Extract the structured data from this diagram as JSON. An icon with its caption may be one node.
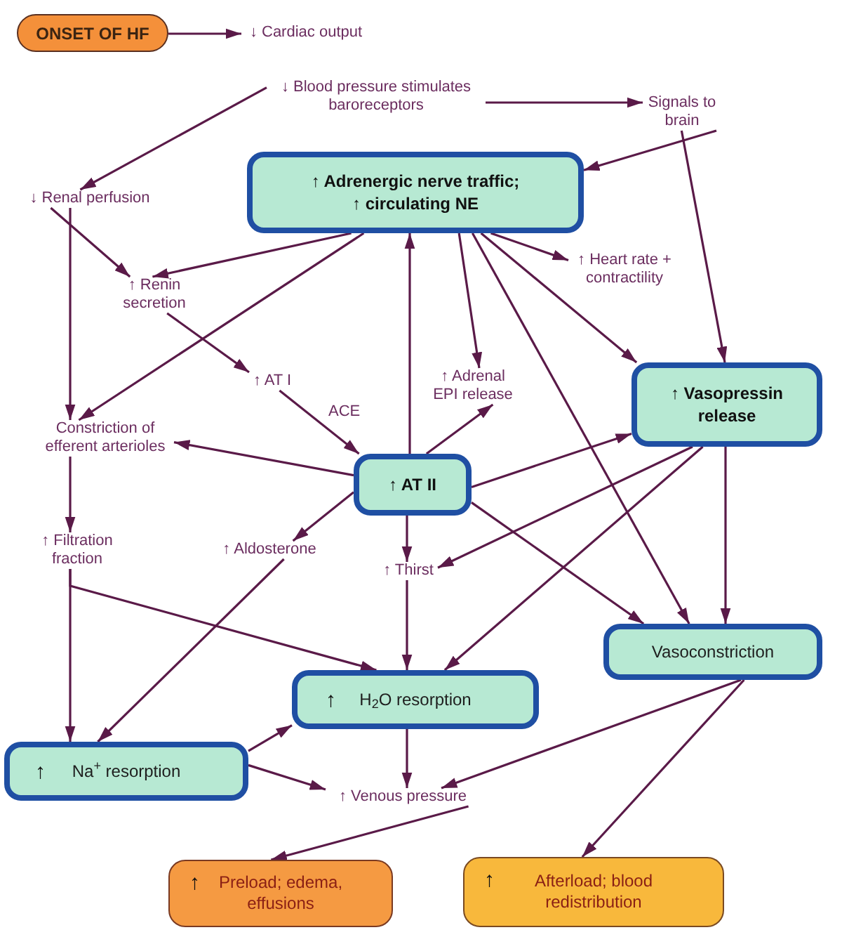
{
  "diagram": {
    "nodes": [
      {
        "text": [
          "ONSET OF HF"
        ]
      },
      {
        "text": [
          "↓ Cardiac output"
        ]
      },
      {
        "text": [
          "↓ Blood pressure stimulates baroreceptors"
        ]
      },
      {
        "text": [
          "Signals to brain"
        ]
      },
      {
        "text": [
          "↑ Adrenergic nerve traffic;",
          "↑ circulating NE"
        ]
      },
      {
        "text": [
          "↓ Renal perfusion"
        ]
      },
      {
        "text": [
          "↑ Renin secretion"
        ]
      },
      {
        "text": [
          "↑ Heart rate + contractility"
        ]
      },
      {
        "text": [
          "↑ AT I"
        ]
      },
      {
        "text": [
          "↑ Adrenal EPI release"
        ]
      },
      {
        "text": [
          "↑ Vasopressin release"
        ]
      },
      {
        "text": [
          "Constriction of efferent arterioles"
        ]
      },
      {
        "text": [
          "↑ AT II"
        ]
      },
      {
        "text": [
          "↑ Filtration fraction"
        ]
      },
      {
        "text": [
          "↑ Aldosterone"
        ]
      },
      {
        "text": [
          "↑ Thirst"
        ]
      },
      {
        "text": [
          "Vasoconstriction"
        ]
      },
      {
        "text": [
          "↑",
          "H$_{2}$O resorption"
        ]
      },
      {
        "text": [
          "↑",
          "Na$^{+}$ resorption"
        ]
      },
      {
        "text": [
          "↑ Venous pressure"
        ]
      },
      {
        "text": [
          "↑",
          "Preload; edema, effusions"
        ]
      },
      {
        "text": [
          "↑",
          "Afterload; blood redistribution"
        ]
      }
    ],
    "edges": [
      {
        "from": 0,
        "to": 1,
        "arrow": "to"
      },
      {
        "from": 2,
        "to": 5,
        "arrow": "to"
      },
      {
        "from": 2,
        "to": 3,
        "arrow": "to"
      },
      {
        "from": 3,
        "to": 4,
        "arrow": "to"
      },
      {
        "from": 3,
        "to": 10,
        "arrow": "to"
      },
      {
        "from": 4,
        "to": 6,
        "arrow": "to"
      },
      {
        "from": 4,
        "to": 11,
        "arrow": "to"
      },
      {
        "from": 4,
        "to": 7,
        "arrow": "to"
      },
      {
        "from": 4,
        "to": 9,
        "arrow": "to"
      },
      {
        "from": 4,
        "to": 16,
        "arrow": "to"
      },
      {
        "from": 4,
        "to": 10,
        "arrow": "to"
      },
      {
        "from": 5,
        "to": 6,
        "arrow": "to"
      },
      {
        "from": 5,
        "to": 11,
        "arrow": "to"
      },
      {
        "from": 6,
        "to": 8,
        "arrow": "to"
      },
      {
        "from": 8,
        "to": 12,
        "arrow": "to",
        "label": "ACE"
      },
      {
        "from": 12,
        "to": 4,
        "arrow": "to"
      },
      {
        "from": 12,
        "to": 9,
        "arrow": "to"
      },
      {
        "from": 12,
        "to": 11,
        "arrow": "to"
      },
      {
        "from": 12,
        "to": 10,
        "arrow": "to"
      },
      {
        "from": 12,
        "to": 14,
        "arrow": "to"
      },
      {
        "from": 12,
        "to": 15,
        "arrow": "to"
      },
      {
        "from": 12,
        "to": 16,
        "arrow": "to"
      },
      {
        "from": 10,
        "to": 15,
        "arrow": "to"
      },
      {
        "from": 10,
        "to": 17,
        "arrow": "to"
      },
      {
        "from": 10,
        "to": 16,
        "arrow": "to"
      },
      {
        "from": 11,
        "to": 13,
        "arrow": "to"
      },
      {
        "from": 13,
        "to": 17,
        "arrow": "to"
      },
      {
        "from": 13,
        "to": 18,
        "arrow": "to"
      },
      {
        "from": 14,
        "to": 18,
        "arrow": "to"
      },
      {
        "from": 15,
        "to": 17,
        "arrow": "to"
      },
      {
        "from": 18,
        "to": 17,
        "arrow": "to"
      },
      {
        "from": 18,
        "to": 19,
        "arrow": "to"
      },
      {
        "from": 17,
        "to": 19,
        "arrow": "to"
      },
      {
        "from": 16,
        "to": 19,
        "arrow": "to"
      },
      {
        "from": 16,
        "to": 21,
        "arrow": "to"
      },
      {
        "from": 19,
        "to": 20,
        "arrow": "to"
      }
    ]
  }
}
